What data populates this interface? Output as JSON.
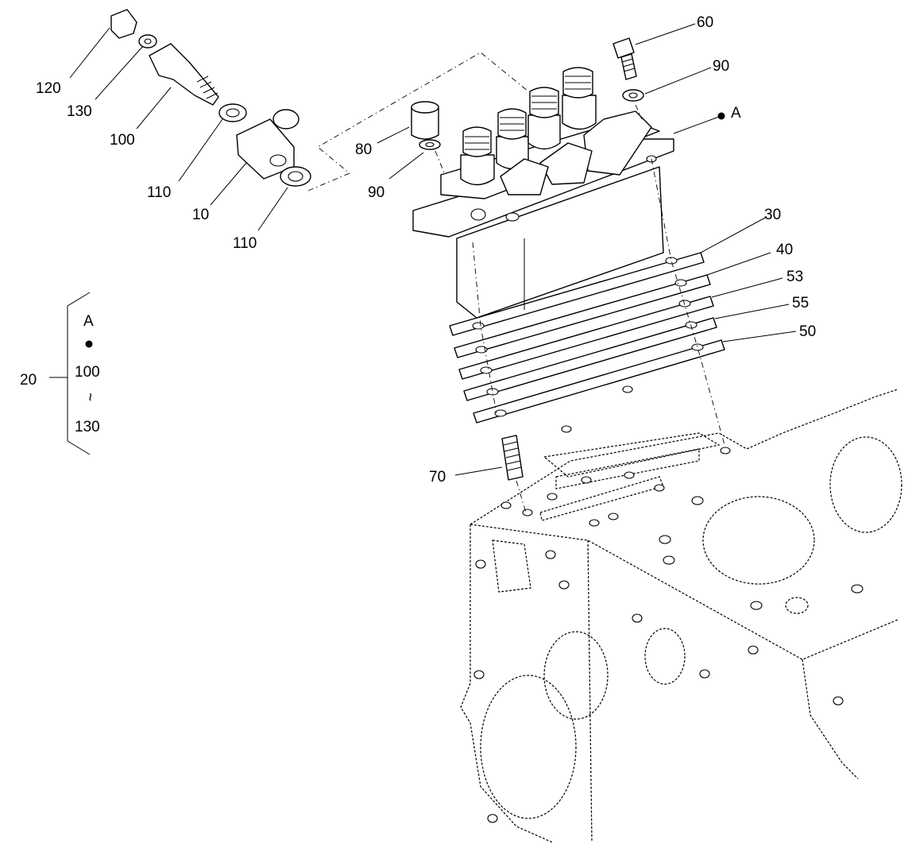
{
  "labels": {
    "p120": "120",
    "p130": "130",
    "p100": "100",
    "p110a": "110",
    "p10": "10",
    "p110b": "110",
    "p80": "80",
    "p90a": "90",
    "p60": "60",
    "p90b": "90",
    "pA": "A",
    "p30": "30",
    "p40": "40",
    "p53": "53",
    "p55": "55",
    "p50": "50",
    "p70": "70"
  },
  "legend": {
    "ref": "20",
    "line1": "A",
    "line3": "100",
    "line4": "~",
    "line5": "130"
  }
}
